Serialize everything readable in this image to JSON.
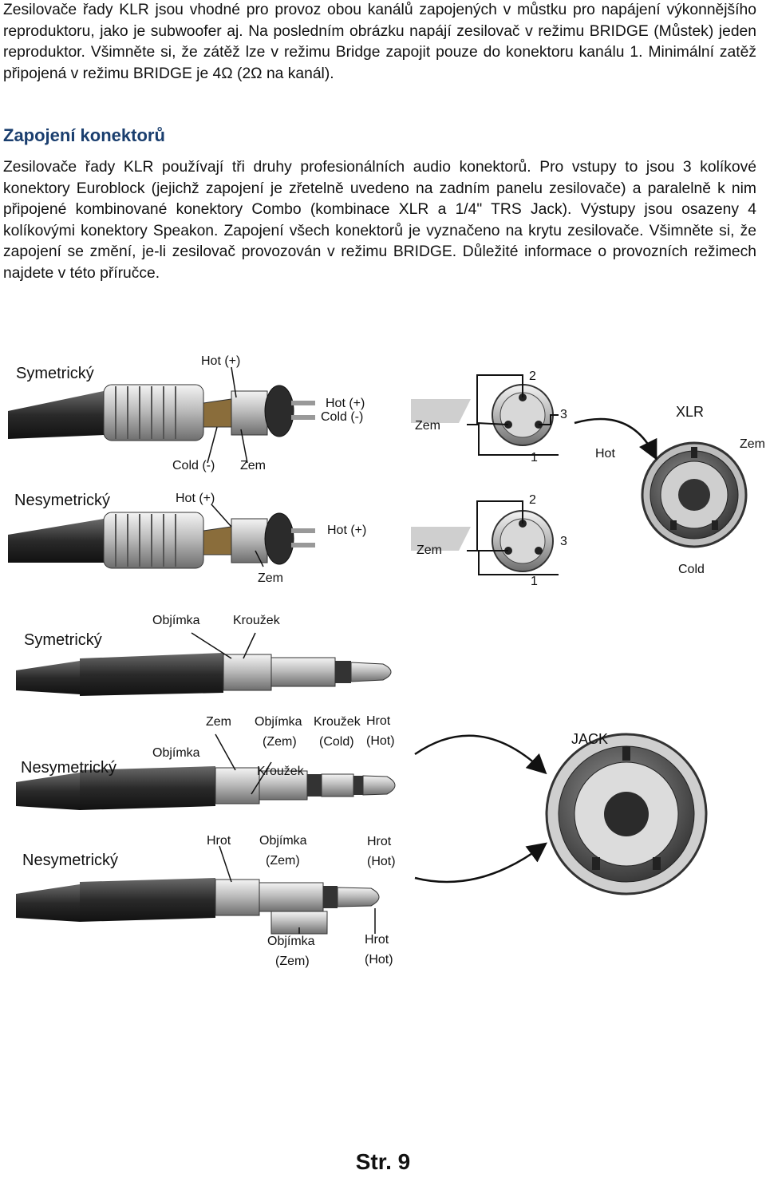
{
  "intro": {
    "text": "Zesilovače řady KLR jsou vhodné pro provoz obou kanálů zapojených v můstku pro napájení výkonnějšího reproduktoru, jako je subwoofer aj. Na posledním obrázku napájí zesilovač v režimu BRIDGE (Můstek) jeden reproduktor. Všimněte si, že zátěž lze v režimu Bridge zapojit pouze do konektoru kanálu 1. Minimální zatěž připojená v režimu BRIDGE je 4Ω (2Ω na kanál)."
  },
  "section": {
    "title": "Zapojení konektorů",
    "body": "Zesilovače řady KLR používají tři druhy profesionálních audio konektorů. Pro vstupy to jsou 3 kolíkové konektory Euroblock (jejichž zapojení je zřetelně uvedeno na zadním panelu zesilovače) a paralelně k nim připojené kombinované konektory Combo (kombinace XLR a 1/4\" TRS Jack). Výstupy jsou osazeny 4 kolíkovými konektory Speakon. Zapojení všech konektorů je vyznačeno na krytu zesilovače. Všimněte si, že zapojení se změní, je-li zesilovač provozován v režimu BRIDGE. Důležité informace o provozních režimech najdete v této příručce."
  },
  "diagram": {
    "xlr_sym": {
      "title": "Symetrický",
      "hot": "Hot (+)",
      "hot2": "Hot (+)",
      "cold2": "Cold (-)",
      "cold": "Cold (-)",
      "gnd": "Zem"
    },
    "xlr_unsym": {
      "title": "Nesymetrický",
      "hot": "Hot (+)",
      "hot2": "Hot (+)",
      "gnd": "Zem"
    },
    "xlr_pins": {
      "gnd_label": "Zem",
      "pin1": "1",
      "pin2": "2",
      "pin3": "3"
    },
    "combo": {
      "xlr_label": "XLR",
      "hot": "Hot",
      "gnd": "Zem",
      "cold": "Cold",
      "jack_label": "JACK"
    },
    "jack_sym": {
      "title": "Symetrický",
      "sleeve": "Objímka",
      "ring": "Kroužek"
    },
    "jack_unsym1": {
      "title": "Nesymetrický",
      "sleeve": "Objímka",
      "gnd": "Zem",
      "ring": "Kroužek",
      "sleeve2": "Objímka",
      "sleeve2_sub": "(Zem)",
      "ring2": "Kroužek",
      "ring2_sub": "(Cold)",
      "tip2": "Hrot",
      "tip2_sub": "(Hot)"
    },
    "jack_unsym2": {
      "title": "Nesymetrický",
      "tip": "Hrot",
      "sleeve": "Objímka",
      "sleeve_sub": "(Zem)",
      "tip2": "Hrot",
      "tip2_sub": "(Hot)"
    },
    "jack_mono": {
      "sleeve": "Objímka",
      "sleeve_sub": "(Zem)",
      "tip": "Hrot",
      "tip_sub": "(Hot)"
    }
  },
  "footer": {
    "page": "Str. 9"
  }
}
